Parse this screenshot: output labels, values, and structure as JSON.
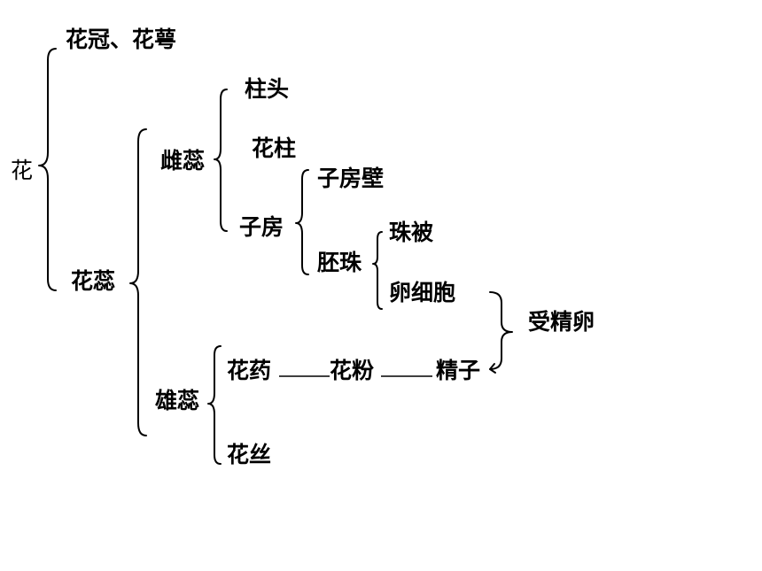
{
  "nodes": {
    "flower": "花",
    "corolla_calyx": "花冠、花萼",
    "stamen_pistil": "花蕊",
    "pistil": "雌蕊",
    "stigma": "柱头",
    "style": "花柱",
    "ovary": "子房",
    "ovary_wall": "子房壁",
    "ovule": "胚珠",
    "integument": "珠被",
    "egg_cell": "卵细胞",
    "fertilized_egg": "受精卵",
    "stamen": "雄蕊",
    "anther": "花药",
    "pollen": "花粉",
    "sperm": "精子",
    "filament": "花丝"
  },
  "colors": {
    "ink": "#000000",
    "background": "#ffffff"
  }
}
